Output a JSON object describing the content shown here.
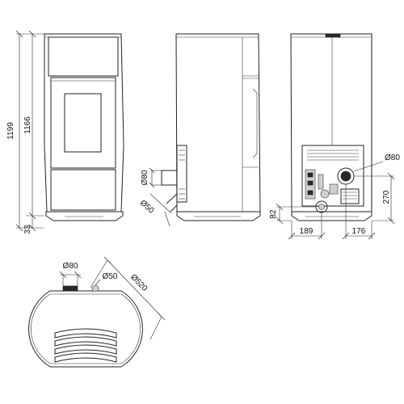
{
  "dimensions": {
    "total_height": "1199",
    "body_height": "1166",
    "base_height": "33",
    "flue_diameter_side": "Ø80",
    "air_inlet_diameter_side": "Ø50",
    "flue_diameter_rear": "Ø80",
    "flue_height_rear": "270",
    "inlet_height_rear": "82",
    "inlet_offset_left": "189",
    "flue_offset_right": "176",
    "top_flue_diameter": "Ø80",
    "top_inlet_diameter": "Ø50",
    "top_overall_diameter": "Ø520"
  }
}
